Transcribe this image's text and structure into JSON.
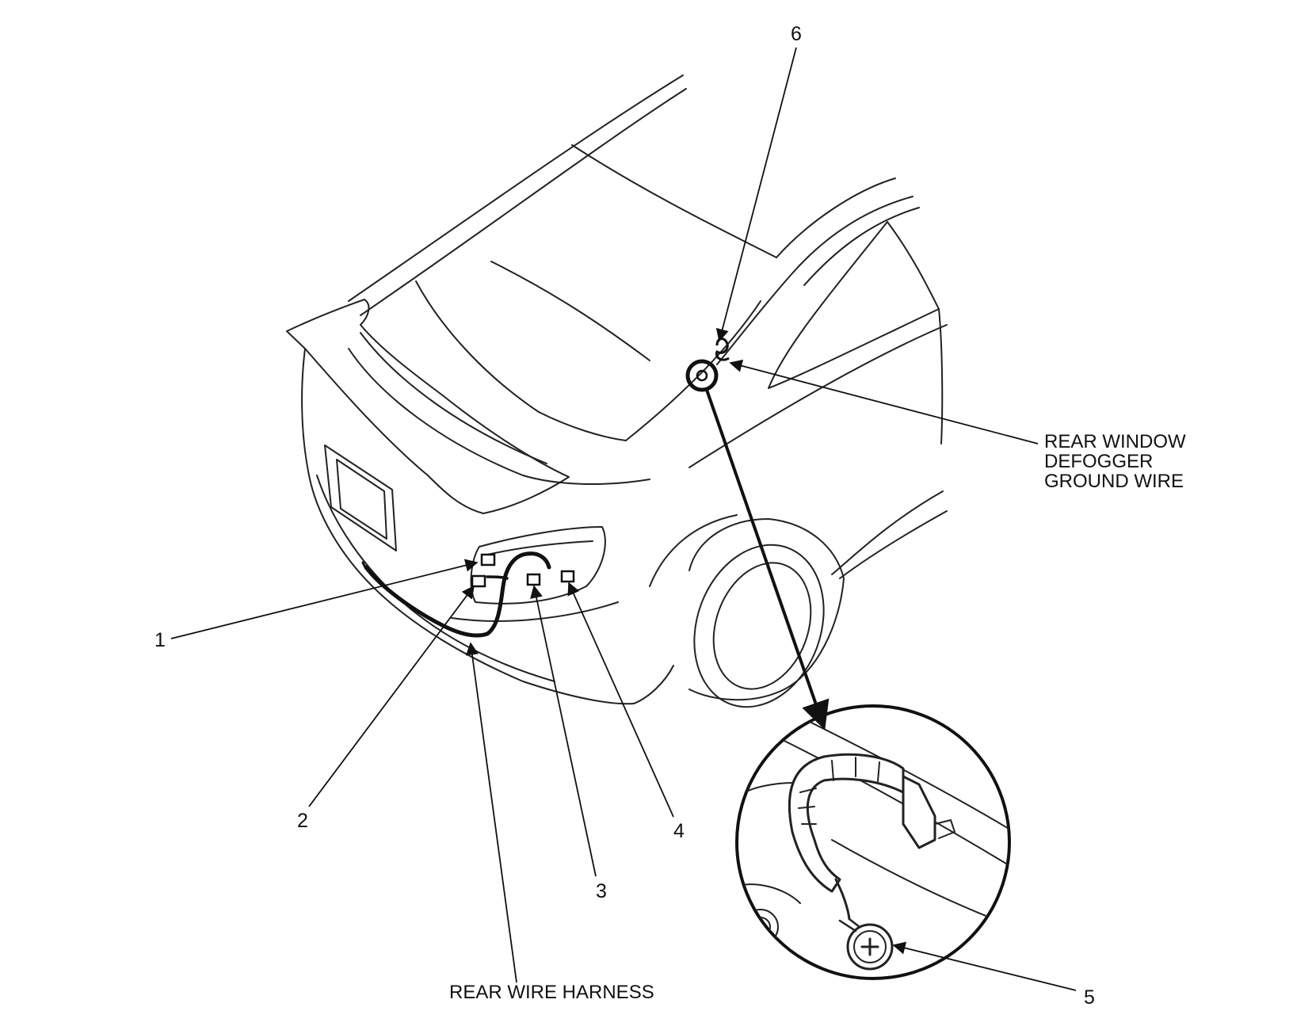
{
  "callouts": {
    "c1": "1",
    "c2": "2",
    "c3": "3",
    "c4": "4",
    "c5": "5",
    "c6": "6"
  },
  "labels": {
    "rear_wire_harness": "REAR WIRE HARNESS",
    "defogger_line1": "REAR WINDOW",
    "defogger_line2": "DEFOGGER",
    "defogger_line3": "GROUND WIRE"
  },
  "colors": {
    "ink": "#111111",
    "background": "#ffffff"
  }
}
